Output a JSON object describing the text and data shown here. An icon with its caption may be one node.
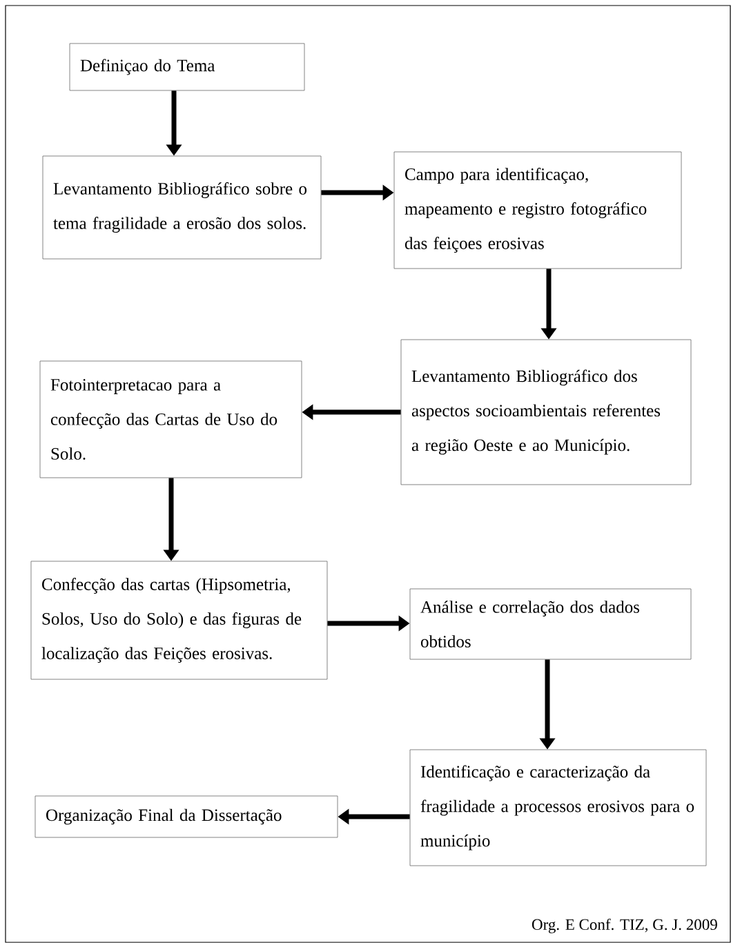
{
  "diagram": {
    "nodes": [
      {
        "text": [
          "Definiçao do Tema"
        ]
      },
      {
        "text": [
          "Levantamento Bibliográfico sobre o tema fragilidade a erosão dos solos."
        ]
      },
      {
        "text": [
          "Campo para identificaçao, mapeamento e registro fotográfico das feiçoes erosivas"
        ]
      },
      {
        "text": [
          "Levantamento Bibliográfico dos aspectos socioambientais referentes a região Oeste e ao Município."
        ]
      },
      {
        "text": [
          "Fotointerpretacao para a confecção das Cartas de Uso do Solo."
        ]
      },
      {
        "text": [
          "Confecção das cartas (Hipsometria, Solos, Uso do Solo) e das figuras de localização das Feições erosivas."
        ]
      },
      {
        "text": [
          "Análise e correlação dos dados obtidos"
        ]
      },
      {
        "text": [
          "Identificação e caracterização da fragilidade a processos erosivos para o município"
        ]
      },
      {
        "text": [
          "Organização Final da Dissertação"
        ]
      }
    ],
    "edges": [
      {
        "from": 0,
        "to": 1,
        "arrow": "to"
      },
      {
        "from": 1,
        "to": 2,
        "arrow": "to"
      },
      {
        "from": 2,
        "to": 3,
        "arrow": "to"
      },
      {
        "from": 3,
        "to": 4,
        "arrow": "to"
      },
      {
        "from": 4,
        "to": 5,
        "arrow": "to"
      },
      {
        "from": 5,
        "to": 6,
        "arrow": "to"
      },
      {
        "from": 6,
        "to": 7,
        "arrow": "to"
      },
      {
        "from": 7,
        "to": 8,
        "arrow": "to"
      }
    ],
    "labels": [
      "Org. E Conf. TIZ, G. J. 2009"
    ]
  }
}
